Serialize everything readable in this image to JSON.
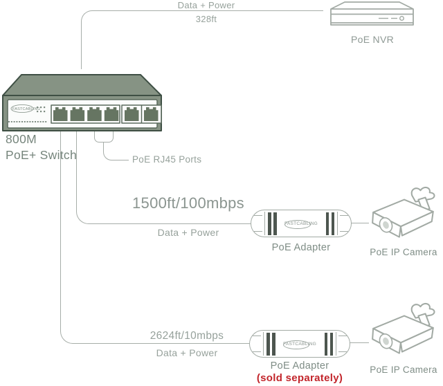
{
  "brand": {
    "name": "FASTCABLING"
  },
  "colors": {
    "wire": "#a6ada8",
    "label": "#96a19b",
    "label_dark": "#76857c",
    "accent_red": "#c2252b",
    "switch_top": "#869384",
    "switch_border": "#3e4f44",
    "port_fill": "#667562",
    "device_outline": "#a2aaa4"
  },
  "nvr": {
    "label": "PoE NVR",
    "link_label": "Data + Power",
    "link_distance": "328ft"
  },
  "switch": {
    "model": "800M",
    "type": "PoE+ Switch",
    "ports_callout": "PoE RJ45 Ports"
  },
  "run_100m": {
    "distance": "1500ft/100mbps",
    "link_label": "Data + Power",
    "adapter_label": "PoE Adapter",
    "camera_label": "PoE IP Camera"
  },
  "run_10m": {
    "distance": "2624ft/10mbps",
    "link_label": "Data + Power",
    "adapter_label": "PoE Adapter",
    "adapter_note": "(sold separately)",
    "camera_label": "PoE IP Camera"
  }
}
